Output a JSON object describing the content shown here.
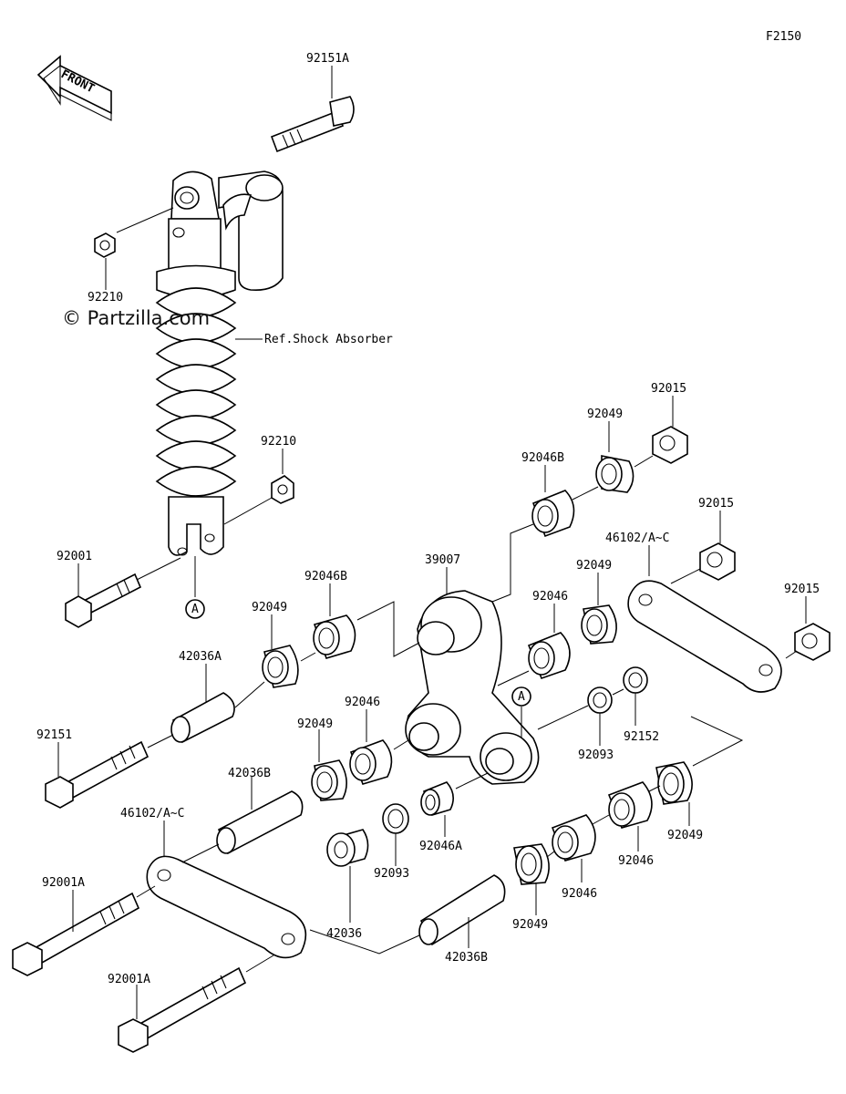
{
  "figure_code": "F2150",
  "front_label": "FRONT",
  "watermark": "© Partzilla.com",
  "ref_note": "Ref.Shock Absorber",
  "ref_marker": "A",
  "parts": {
    "top_bolt": "92151A",
    "top_nut": "92210",
    "lower_nut": "92210",
    "lower_bolt": "92001",
    "rocker_arm": "39007",
    "rocker_top_bearing": "92046B",
    "rocker_top_collar": "92049",
    "rocker_top_nut": "92015",
    "tie_rod_right": "46102/A~C",
    "tie_rod_right_nut_a": "92015",
    "tie_rod_right_nut_b": "92015",
    "rocker_mid_bearing": "92046",
    "rocker_mid_collar": "92049",
    "oil_seal": "92093",
    "seal_washer": "92152",
    "left_bearing_b": "92046B",
    "left_collar_top": "92049",
    "sleeve_a": "42036A",
    "long_bolt": "92151",
    "left_bearing": "92046",
    "left_collar_mid": "92049",
    "sleeve_b": "42036B",
    "tie_rod_left": "46102/A~C",
    "bolt_a_upper": "92001A",
    "bolt_a_lower": "92001A",
    "bushing": "42036",
    "seal_lower": "92093",
    "needle_bearing_a": "92046A",
    "right_collar_a": "92049",
    "right_bearing_a": "92046",
    "right_bearing_b": "92046",
    "right_collar_b": "92049",
    "sleeve_b_lower": "42036B"
  }
}
